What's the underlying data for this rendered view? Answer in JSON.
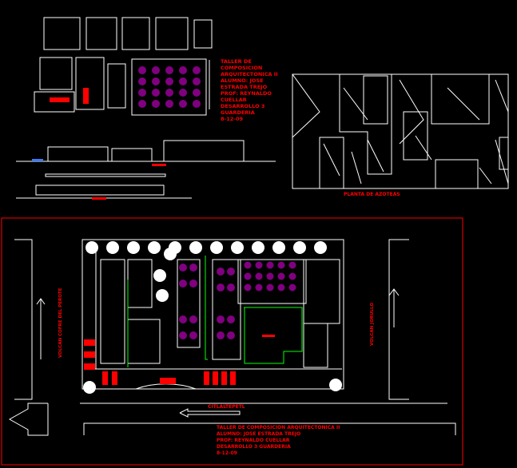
{
  "title_block_top": [
    "TALLER DE",
    "COMPOSICION",
    "ARQUITECTONICA II",
    "ALUMNO: JOSE",
    "ESTRADA TREJO",
    "PROF: REYNALDO",
    "CUELLAR",
    "DESARROLLO 3",
    "GUARDERIA",
    "8-12-09"
  ],
  "roof_plan_label": "PLANTA DE AZOTEAS",
  "street_left": "VOLCAN COFRE DEL PEROTE",
  "street_right": "VOLCAN JORULLO",
  "street_bottom": "CITLALTEPETL",
  "title_block_bottom": [
    "TALLER DE COMPOSICION ARQUITECTONICA II",
    "ALUMNO: JOSE ESTRADA TREJO",
    "PROF: REYNALDO CUELLAR",
    "DESARROLLO 3 GUARDERIA",
    "8-12-09"
  ],
  "colors": {
    "background": "#000000",
    "lines": "#ffffff",
    "text": "#ff0000",
    "furniture": "#800080",
    "walls": "#00ffff",
    "circulation": "#00ff00"
  }
}
